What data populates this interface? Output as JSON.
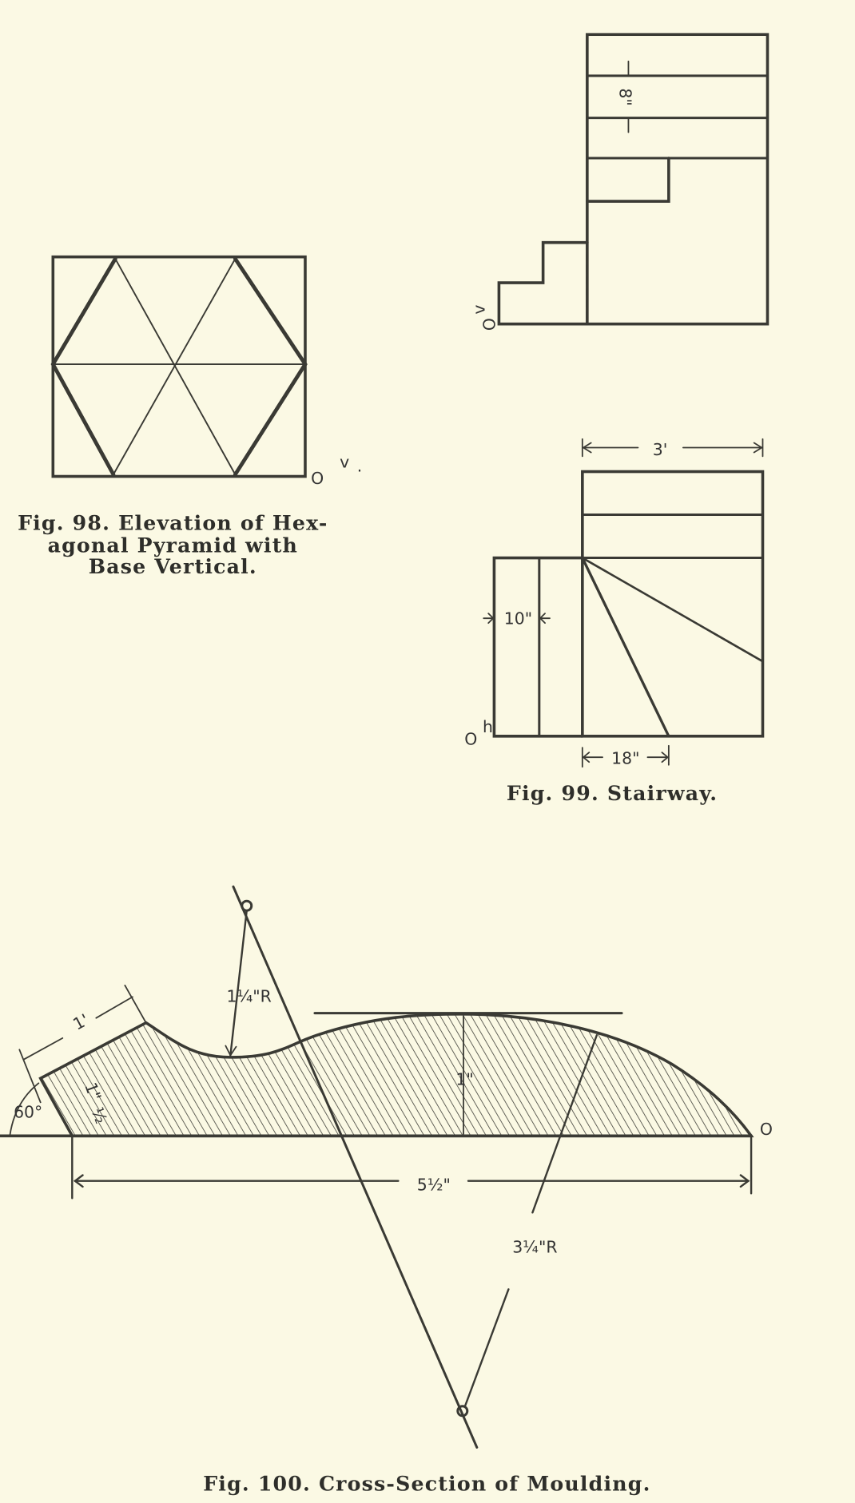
{
  "page": {
    "background": "#fbf9e4",
    "ink": "#3a3a34"
  },
  "fig98": {
    "caption_lines": [
      "Fig.  98.  Elevation  of  Hex-",
      "agonal  Pyramid  with",
      "Base  Vertical."
    ],
    "origin_label": "O",
    "origin_sup": "v"
  },
  "fig99": {
    "caption": "Fig. 99.   Stairway.",
    "dim_riser_top": "8\"",
    "dim_width": "3'",
    "dim_riser": "10\"",
    "dim_tread": "18\"",
    "origin_top": "O",
    "origin_top_sup": "v",
    "origin_bottom": "O",
    "origin_bottom_sup": "h"
  },
  "fig100": {
    "caption": "Fig. 100.  Cross-Section of Moulding.",
    "dim_slope": "1'",
    "dim_angle": "60°",
    "dim_small": "1\"",
    "dim_small_frac": "½",
    "dim_small_radius": "1¼\"R",
    "dim_height": "1\"",
    "dim_length": "5½\"",
    "dim_large_radius": "3¼\"R",
    "end_label": "O"
  }
}
